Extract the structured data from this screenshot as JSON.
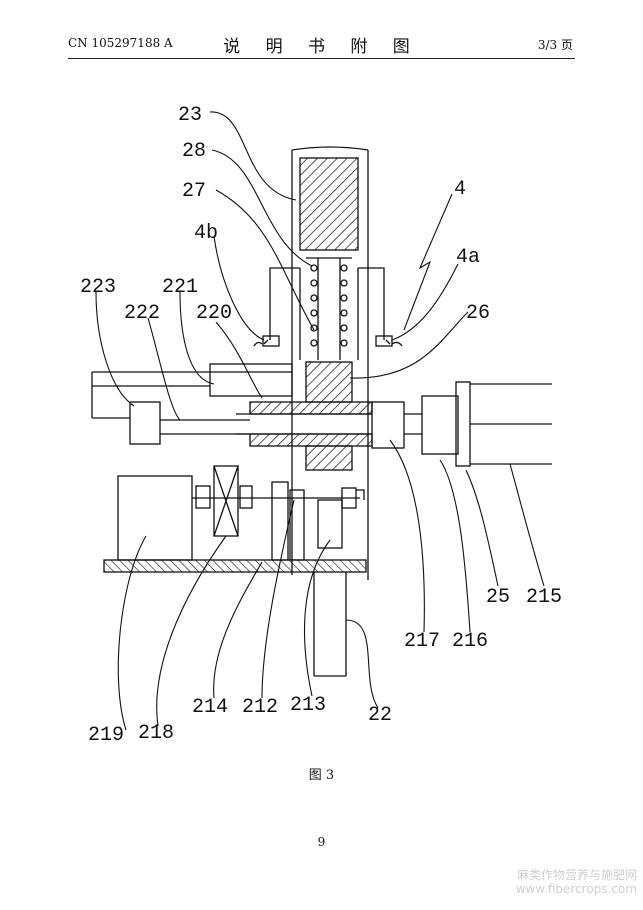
{
  "header": {
    "publication_number": "CN 105297188 A",
    "title": "说 明 书 附 图",
    "page_info": "3/3 页"
  },
  "figure": {
    "caption": "图 3",
    "labels": {
      "l23": "23",
      "l28": "28",
      "l27": "27",
      "l4b": "4b",
      "l4": "4",
      "l4a": "4a",
      "l223": "223",
      "l221": "221",
      "l222": "222",
      "l220": "220",
      "l26": "26",
      "l219": "219",
      "l218": "218",
      "l214": "214",
      "l212": "212",
      "l213": "213",
      "l22": "22",
      "l217": "217",
      "l216": "216",
      "l25": "25",
      "l215": "215"
    }
  },
  "footer": {
    "page_number": "9"
  },
  "watermark": {
    "line1": "麻类作物营养与施肥网",
    "line2": "www.fibercrops.com"
  }
}
